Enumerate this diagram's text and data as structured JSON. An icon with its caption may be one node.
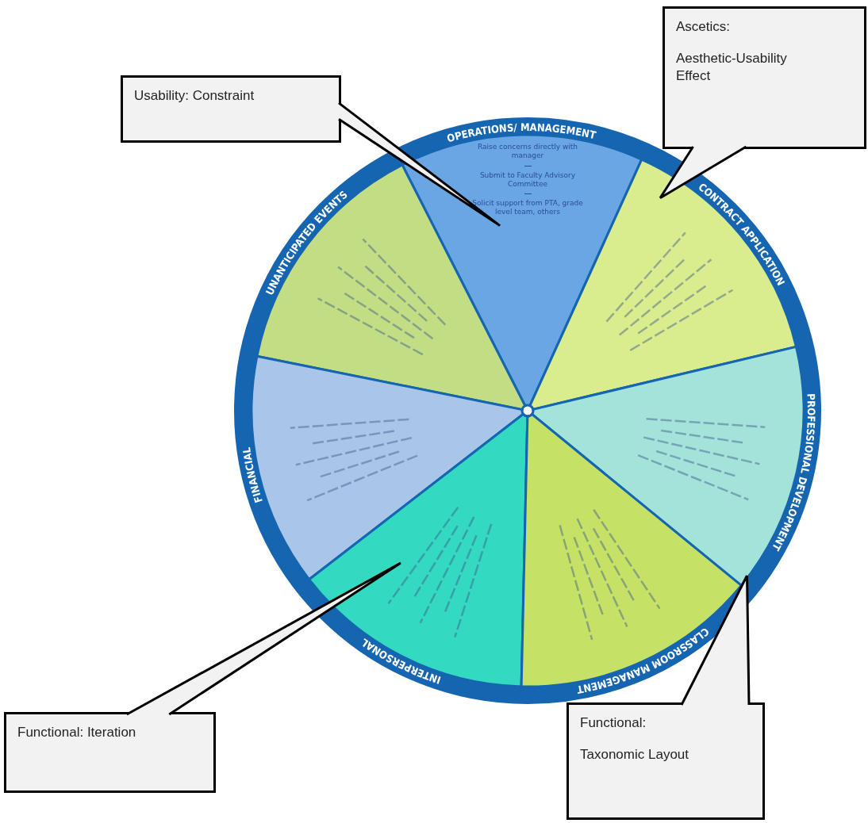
{
  "diagram": {
    "nodes": [
      {
        "text": [
          "Ascetics:",
          "Aesthetic-Usability Effect"
        ]
      },
      {
        "text": [
          "Usability: Constraint"
        ]
      },
      {
        "text": [
          "OPERATIONS/ MANAGEMENT",
          "Raise concerns directly with manager",
          "Submit to Faculty Advisory Committee",
          "Solicit support from PTA, grade level team, others"
        ]
      },
      {
        "text": [
          "UNANTICIPATED EVENTS"
        ]
      },
      {
        "text": [
          "CONTRACT APPLICATION"
        ]
      },
      {
        "text": [
          "FINANCIAL"
        ]
      },
      {
        "text": [
          "PROFESSIONAL DEVELOPMENT"
        ]
      },
      {
        "text": [
          "INTERPERSONAL"
        ]
      },
      {
        "text": [
          "CLASSROOM MANAGEMENT"
        ]
      },
      {
        "text": [
          "Functional: Iteration"
        ]
      },
      {
        "text": [
          "Functional:",
          "Taxonomic Layout"
        ]
      }
    ],
    "edges": [
      {
        "from": 1,
        "to": 2,
        "arrow": "none"
      },
      {
        "from": 0,
        "to": 4,
        "arrow": "none"
      },
      {
        "from": 9,
        "to": 7,
        "arrow": "none"
      },
      {
        "from": 10,
        "to": 6,
        "arrow": "none"
      }
    ]
  }
}
